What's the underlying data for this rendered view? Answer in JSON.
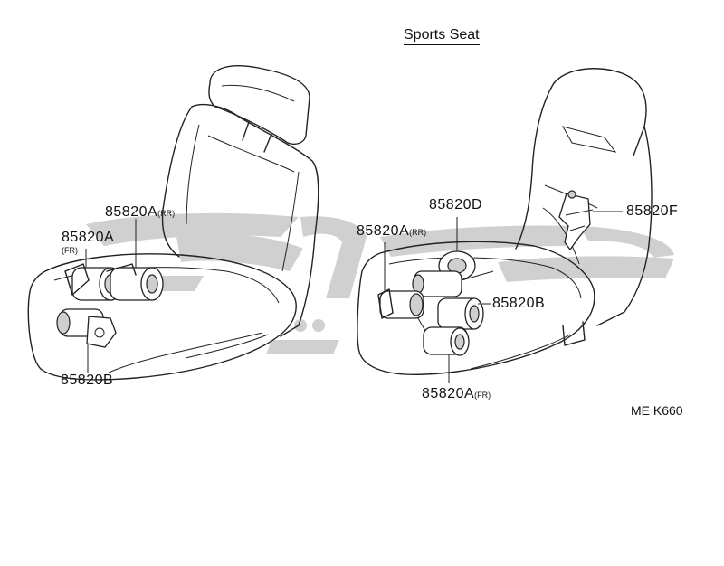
{
  "title": "Sports Seat",
  "drawing_code": "ME K660",
  "left_seat": {
    "labels": {
      "rr": {
        "text": "85820A",
        "sub": "(RR)"
      },
      "fr": {
        "text": "85820A",
        "sub": "(FR)"
      },
      "b": {
        "text": "85820B"
      }
    }
  },
  "right_seat": {
    "labels": {
      "d": {
        "text": "85820D"
      },
      "rr": {
        "text": "85820A",
        "sub": "(RR)"
      },
      "f": {
        "text": "85820F"
      },
      "b": {
        "text": "85820B"
      },
      "fr": {
        "text": "85820A",
        "sub": "(FR)"
      }
    }
  },
  "watermark": {
    "color": "#c8c8c8"
  }
}
